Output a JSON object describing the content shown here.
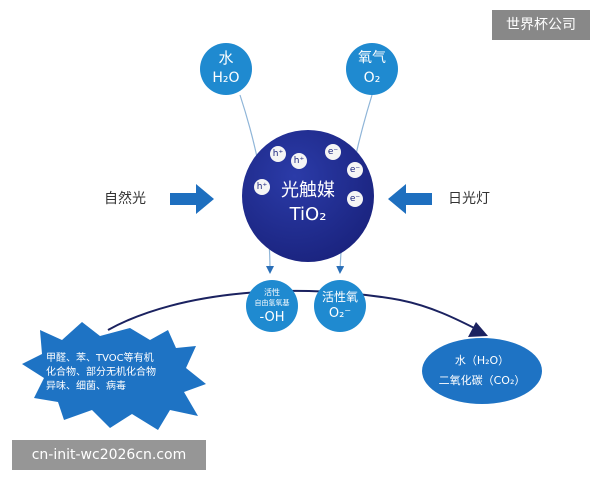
{
  "watermark": {
    "brand": "世界杯公司",
    "url": "cn-init-wc2026cn.com"
  },
  "water": {
    "title": "水",
    "formula": "H₂O"
  },
  "oxygen": {
    "title": "氧气",
    "formula": "O₂"
  },
  "catalyst": {
    "name": "光触媒",
    "formula": "TiO₂",
    "particles": [
      "h⁺",
      "h⁺",
      "h⁺",
      "e⁻",
      "e⁻",
      "e⁻"
    ]
  },
  "light_left": {
    "label": "自然光"
  },
  "light_right": {
    "label": "日光灯"
  },
  "hydroxyl": {
    "line1": "活性",
    "line2": "自由氢氧基",
    "formula": "-OH"
  },
  "active_oxygen": {
    "title": "活性氧",
    "formula": "O₂⁻"
  },
  "pollutants": {
    "lines": [
      "甲醛、苯、TVOC等有机",
      "化合物、部分无机化合物",
      "异味、细菌、病毒"
    ]
  },
  "products": {
    "line1": "水（H₂O）",
    "line2": "二氧化碳（CO₂）"
  },
  "colors": {
    "deep_blue": "#1f2a8a",
    "bright_blue": "#1f8ad0",
    "arrow_blue": "#1e6fbf",
    "line_navy": "#1b2260"
  }
}
